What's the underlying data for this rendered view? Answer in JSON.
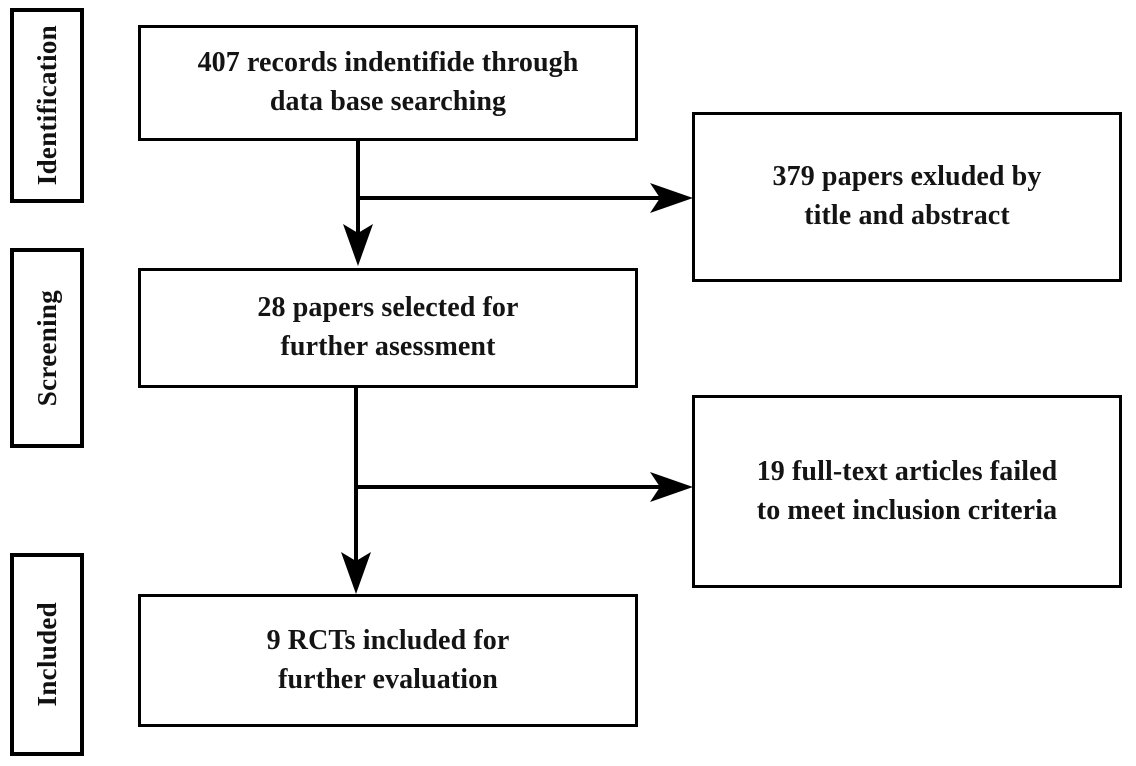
{
  "diagram": {
    "type": "prisma-flow-diagram",
    "background_color": "#ffffff",
    "line_color": "#000000",
    "text_color": "#141414",
    "stages": [
      {
        "id": "identification",
        "label": "Identification"
      },
      {
        "id": "screening",
        "label": "Screening"
      },
      {
        "id": "included",
        "label": "Included"
      }
    ],
    "boxes": [
      {
        "id": "identified",
        "stage": "identification",
        "count": 407,
        "text": "407 records indentifide through\ndata base searching"
      },
      {
        "id": "excluded-title",
        "stage": "identification",
        "count": 379,
        "text": "379 papers exluded by\ntitle and abstract"
      },
      {
        "id": "selected",
        "stage": "screening",
        "count": 28,
        "text": "28 papers selected for\nfurther asessment"
      },
      {
        "id": "excluded-fulltext",
        "stage": "screening",
        "count": 19,
        "text": "19 full-text articles failed\nto meet inclusion criteria"
      },
      {
        "id": "included",
        "stage": "included",
        "count": 9,
        "text": "9 RCTs included for\nfurther evaluation"
      }
    ],
    "connectors": [
      {
        "id": "identified-to-selected",
        "from": "identified",
        "to": "selected",
        "direction": "down",
        "arrow": "arrow-down-icon"
      },
      {
        "id": "identified-to-excluded-title",
        "from": "identified",
        "to": "excluded-title",
        "direction": "right",
        "arrow": "arrow-right-icon"
      },
      {
        "id": "selected-to-included",
        "from": "selected",
        "to": "included",
        "direction": "down",
        "arrow": "arrow-down-icon"
      },
      {
        "id": "selected-to-excluded-fulltext",
        "from": "selected",
        "to": "excluded-fulltext",
        "direction": "right",
        "arrow": "arrow-right-icon"
      }
    ]
  }
}
